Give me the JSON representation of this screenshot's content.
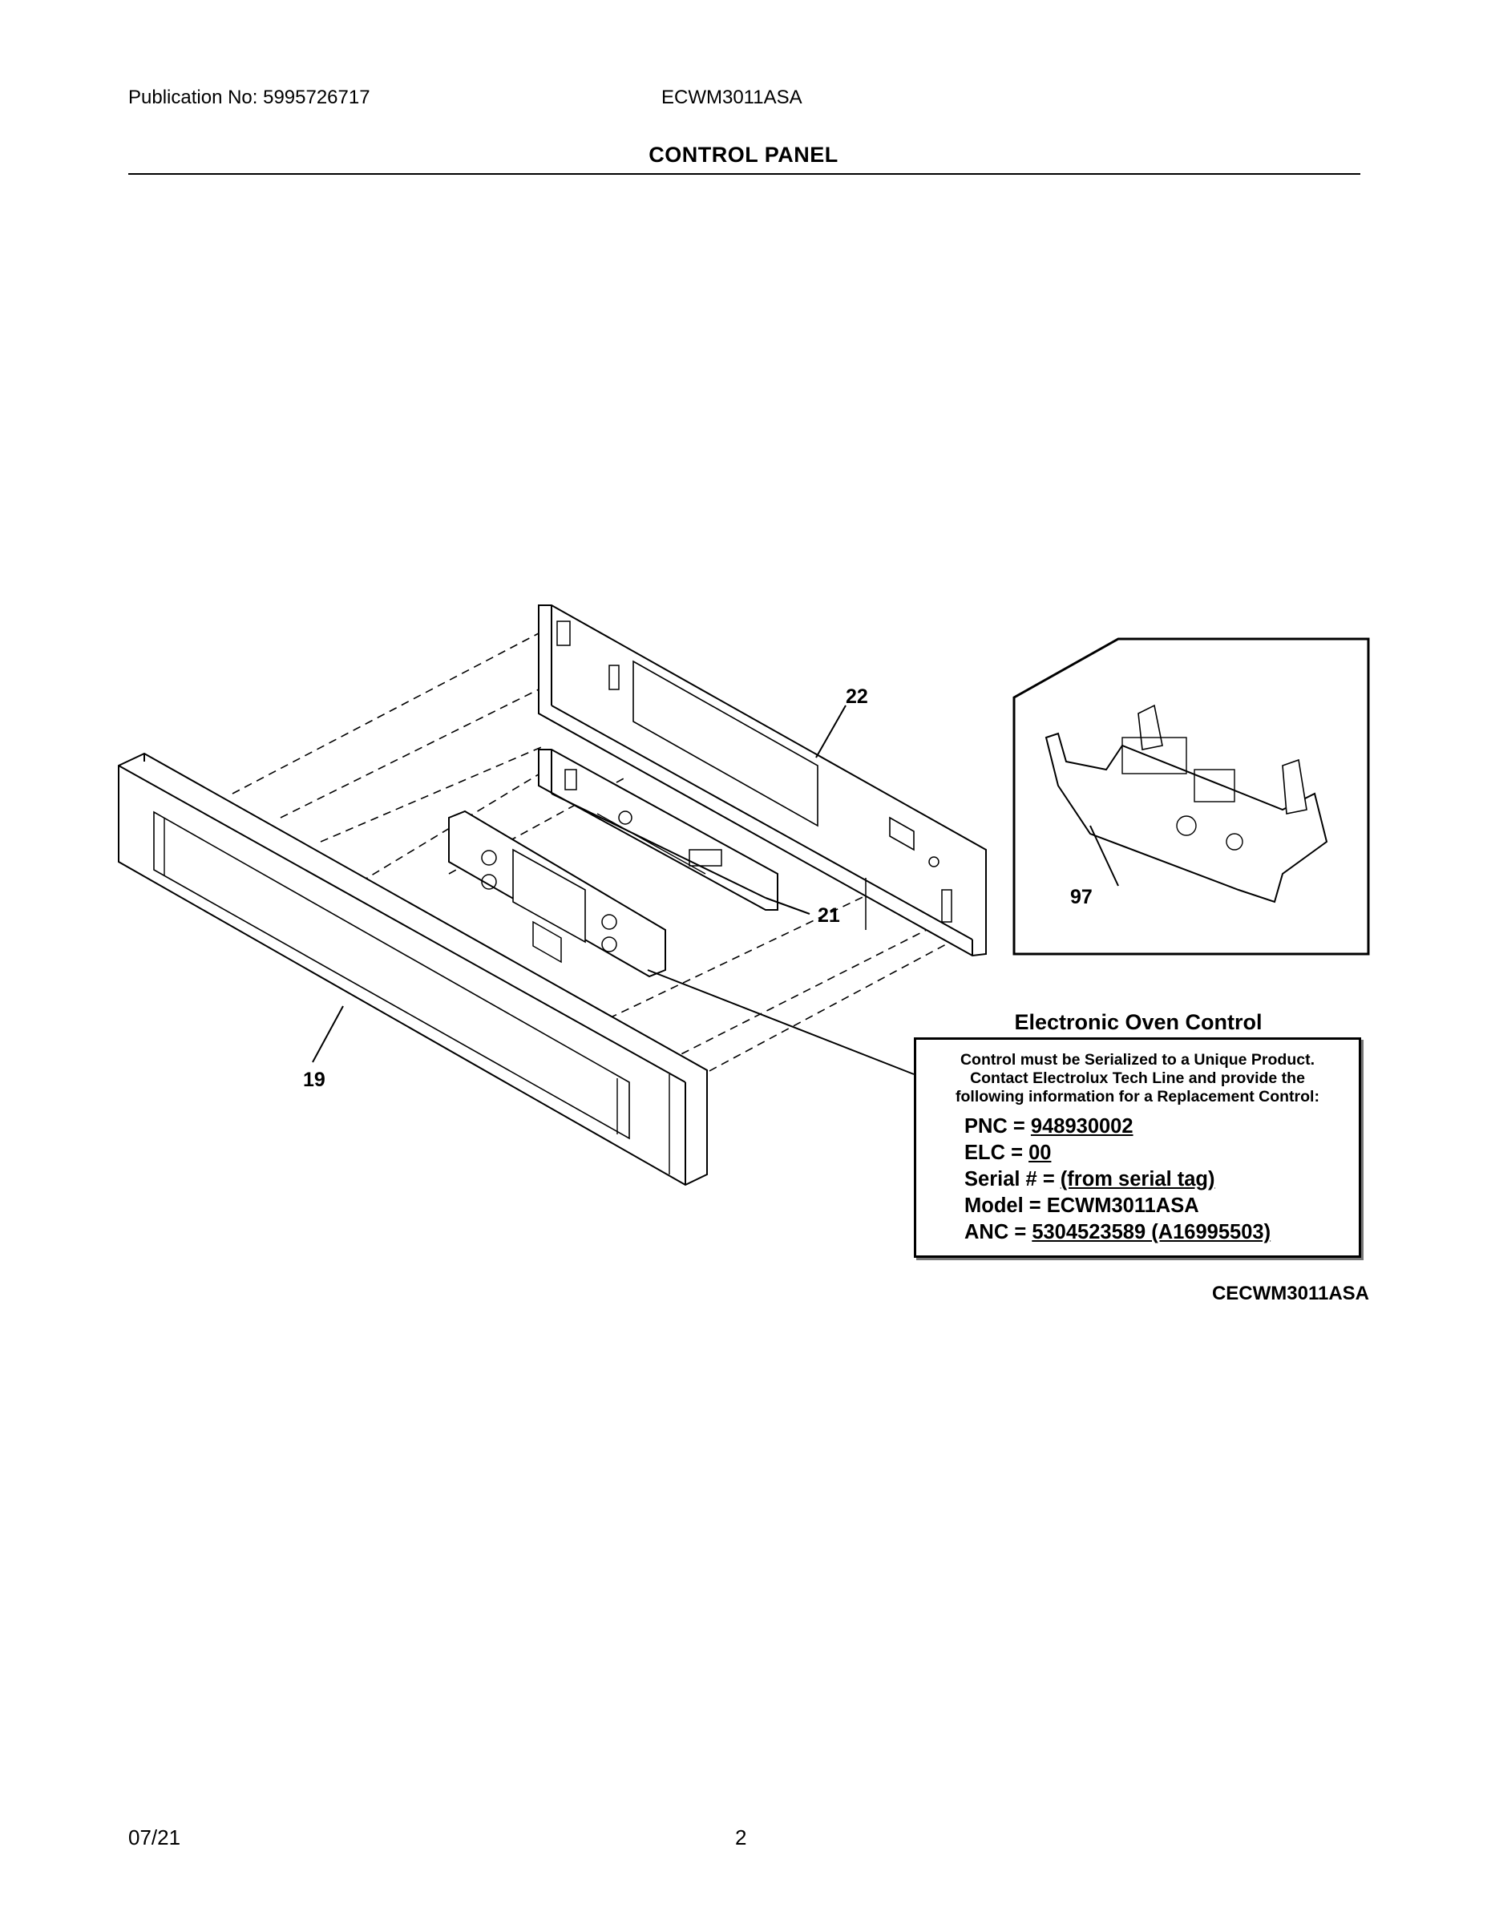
{
  "header": {
    "publication": "Publication No: 5995726717",
    "model": "ECWM3011ASA",
    "title": "CONTROL PANEL"
  },
  "callouts": {
    "p19": "19",
    "p21": "21",
    "p22": "22",
    "p97": "97"
  },
  "electronic_control": {
    "title": "Electronic Oven Control",
    "notice": "Control must be Serialized to a Unique Product.\nContact Electrolux Tech Line and provide the\nfollowing information for a Replacement Control:",
    "fields": [
      {
        "label": "PNC = ",
        "value": "948930002"
      },
      {
        "label": "ELC = ",
        "value": "00"
      },
      {
        "label": "Serial # = ",
        "value": "(from serial tag)"
      },
      {
        "label": "Model = ",
        "value": "ECWM3011ASA"
      },
      {
        "label": "ANC = ",
        "value": "5304523589 (A16995503)"
      }
    ]
  },
  "diagram_code": "CECWM3011ASA",
  "footer": {
    "date": "07/21",
    "page": "2"
  }
}
